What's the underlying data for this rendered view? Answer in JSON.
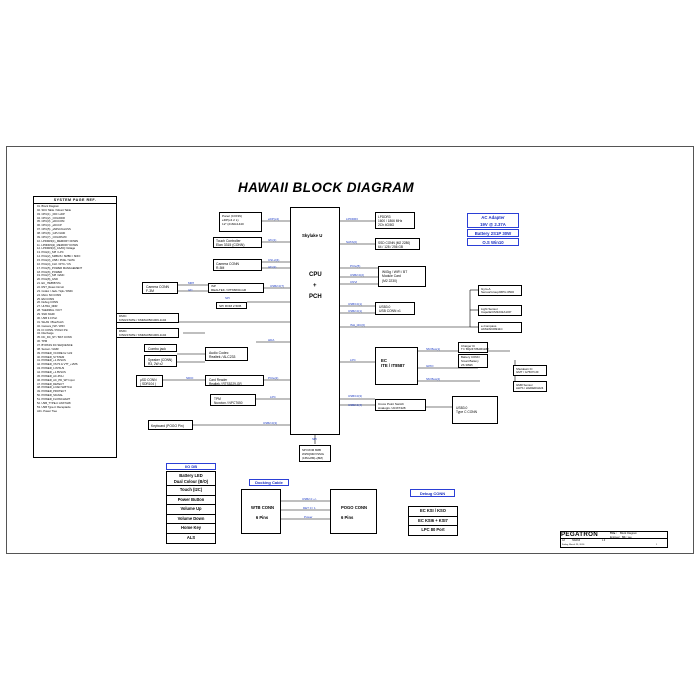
{
  "title": "HAWAII BLOCK DIAGRAM",
  "index": {
    "heading": "SYSTEM PAGE REF.",
    "items": [
      "01. Block Diagram",
      "02. SKU Table / Mount Table",
      "03. CPU(1) _DDI / eDP",
      "04. CPU(2) _CFG/DDR",
      "05. CPU(3) _eDCCOM",
      "06. CPU(4) _eDCCP",
      "07. CPU(5) _eMISC/GLUSS",
      "08. CPU(6) _GPU GND",
      "09. CPU(7) _CFG/RSVD",
      "10. LPDDR3(1)_MEMORY DOWN",
      "11. LPDDR3(2)_MEMORY DOWN",
      "12. LPDDR3(3)_CA/DQ Voltage",
      "13. PCH(1)_SPI / LPC",
      "14. PCH(2)_SMBUS / SMBC / SDIO",
      "15. PCH(3)_USB / PCIE / SATA",
      "16. PCH(4)_CLK / RTC / CS",
      "17. PCH(5)_POWER MANAGEMENT",
      "18. PCH(6)_POWER",
      "19. PCH(7)_SPI / EMC",
      "20. PCH(8)_GND",
      "21. EC_ITE8587VG",
      "22. RST_Reset Circuit",
      "23. Codec / Jack / Spk / DMIC",
      "24. Micro SD CONN",
      "25. EM CONN",
      "26. Debug CONN",
      "27. ULTRA_DDR",
      "28. THERMAL / NCT",
      "29. SSD NGFF",
      "30. USB 3.0 Port",
      "31. WLAN / BlueTooth",
      "32. Camera_ISP / WIFI",
      "33. IO CONN / POGO Pin",
      "34. Discharge",
      "35. DC_DC_NT / BAT CONN",
      "36. TPM",
      "37. BYPASS DC SEQUENCE",
      "38. Sensor / GMR",
      "39. POWER_VCORE for U22",
      "40. POWER_SYSTEM",
      "41. POWER_+1.0VSUS",
      "42. POWER_VSYS & VTT_+VMS",
      "43. POWER_1.8VSUS",
      "44. POWER_+1.8VSUS",
      "45. POWER_AC-PCH",
      "46. POWER_AC_PD_WT Input",
      "47. POWER_DETECT",
      "48. POWER_LOAD SWITCH",
      "49. POWER_PROTECT",
      "50. POWER_SIGNAL",
      "51. POWER_FLOWCHART",
      "52. USB_TYPE-C ANX7428",
      "53. USB Type-C Receptacle",
      "A01. Power Tree"
    ]
  },
  "power": {
    "adapter": "AC Adapter",
    "adapter2": "19V @ 2.37A",
    "battery": "Battery 2S1P 30W",
    "os": "O.S Win10"
  },
  "cpu": {
    "label": "Skylake U",
    "center": "CPU",
    "plus": "+",
    "pch": "PCH"
  },
  "left": {
    "panel": [
      "Panel (CONN)",
      "eDP(x4 2 L)",
      "12\" (2160x1440"
    ],
    "panel_sig": "eDP(x4)",
    "touch": [
      "Touch Controller",
      "Elan 3315 (CONN)"
    ],
    "touch_sig": "I2C(1)",
    "cam_conn": [
      "Camera CONN",
      "R-5M"
    ],
    "cam_sig1": "CSI-2(4)",
    "cam_sig2": "I2C(2)",
    "cam_f": [
      "Camera CONN",
      "F-3M"
    ],
    "cam_f_sig1": "MIPI",
    "cam_f_sig2": "I2C",
    "isp": [
      "ISP",
      "REALTEK / RTS5830-GR"
    ],
    "isp_sig": "USB2.0(7)",
    "spi_rom": "SPI ROM 2.5KB",
    "spi_sig": "SPI",
    "dmic1": [
      "DMIC",
      "KINGSTATE / KMMA0501009-1104"
    ],
    "dmic2": [
      "DMIC",
      "KINGSTATE / KMMA0501009-1104"
    ],
    "combo": "Combo jack",
    "speaker": [
      "Speaker (CONN)",
      "R3, 2W x2"
    ],
    "codec": [
      "Audio Codec",
      "Realtek / ALC233"
    ],
    "hda": "HDA",
    "usd": [
      "µSD CONN",
      "( SDR104 )"
    ],
    "sdio": "SDIO",
    "reader": [
      "Card Reader",
      "Realtek / RTS5229-GR"
    ],
    "pcie_sig": "PCIe(2)",
    "tpm": [
      "TPM",
      "Nuvoton / NPCT650"
    ],
    "lpc_sig": "LPC",
    "keyboard": "Keyboard (POGO Pin)",
    "kb_sig": "USB2.0(3)"
  },
  "right": {
    "lpddr": [
      "LPDDR3",
      "1600 / 1866 MHz",
      "2Ch 4G/8G"
    ],
    "lpddr_sig": "LPDDR3",
    "ssd": [
      "SSD CONN (M2 2280)",
      "64 / 128 / 256 GB"
    ],
    "ssd_sig": "SATA(0)",
    "wifi": [
      "WiGig / WiFi / BT",
      "Module Card",
      "(M2 2230)"
    ],
    "wifi_sig1": "PCIe(5)",
    "wifi_sig2": "USB2.0(2)",
    "wifi_sig3": "CNVI",
    "usb3": [
      "USB3.0",
      "USB CONN x1"
    ],
    "usb3_sig1": "USB3.0(1)",
    "usb3_sig2": "USB2.0(1)",
    "ish": "ISH_I2C(0)",
    "ec": [
      "EC",
      "ITE / IT8587"
    ],
    "lpc": "LPC",
    "sm1": "SM Bus(1)",
    "sm2": "SM Bus(2)",
    "gpio": "GPIO",
    "gyro": [
      "Gyro-A",
      "SensorGroup/MPU-6500"
    ],
    "light": [
      "Light Sensor",
      "Capella/CM3232A1OP"
    ],
    "ecompass": [
      "e-Compass",
      "AKM/AK09911C"
    ],
    "charger": [
      "Charger IC",
      "TI / BQ24735ARGRR"
    ],
    "battconn": [
      "Battery CONN",
      "Smart Battery",
      "2S 30Wh"
    ],
    "shutdown": [
      "Shutdown IC",
      "GMT / G7507CJF"
    ],
    "gmr": [
      "GMR Sensor",
      "ALPS / HGDEDG024"
    ],
    "usb3_c": [
      "USB3.0",
      "Type C CONN"
    ],
    "usb_c_sig1": "USB3.0(3)",
    "usb_c_sig2": "USB2.0(4)",
    "cross": [
      "Cross Point Switch",
      "Analogix / ANX7428"
    ],
    "spi_bot": "SPI",
    "spi_rom2": [
      "SPI ROM 8MB",
      "W25Q64FVSSIG",
      "(16M+8M)+(8M)"
    ]
  },
  "io": {
    "heading": "I/O DB",
    "items": [
      "Battery LED",
      "Dual Colour (B/O)",
      "Touch (I2C)",
      "Power Button",
      "Volume Up",
      "Volume Down",
      "Home Key",
      "ALS"
    ]
  },
  "docking": {
    "heading": "Docking Cable",
    "wtb": [
      "WTB CONN",
      "6 Pins"
    ],
    "pogo": [
      "POGO CONN",
      "6 Pins"
    ],
    "sig": [
      "USB2.0 +/-",
      "DET 0 / 1",
      "Power"
    ]
  },
  "debug": {
    "heading": "Debug CONN",
    "items": [
      "EC KSI / KSO",
      "EC KSI6 + KSI7",
      "LPC 80 Port"
    ]
  },
  "title_block": {
    "brand": "PEGATRON",
    "title_label": "Title :",
    "title_val": "Block Diagram",
    "eng_label": "Engineer:",
    "eng_val": "Billy_Lee",
    "size": "A3",
    "project": "HAWAII",
    "rev": "1.0",
    "date": "Friday, March 25, 2016",
    "sheet": "1"
  }
}
